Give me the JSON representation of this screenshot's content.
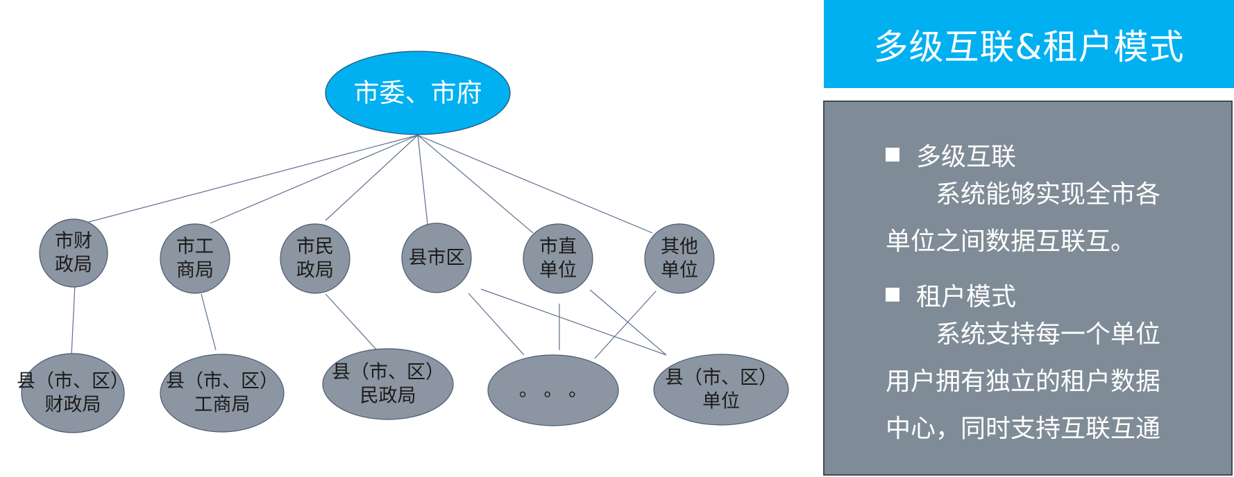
{
  "diagram": {
    "root": {
      "label": "市委、市府",
      "color": "#00b0f0"
    },
    "node_color": "#8c96a2",
    "level2": [
      {
        "lines": [
          "市财",
          "政局"
        ]
      },
      {
        "lines": [
          "市工",
          "商局"
        ]
      },
      {
        "lines": [
          "市民",
          "政局"
        ]
      },
      {
        "lines": [
          "县市区"
        ]
      },
      {
        "lines": [
          "市直",
          "单位"
        ]
      },
      {
        "lines": [
          "其他",
          "单位"
        ]
      }
    ],
    "level3": [
      {
        "lines": [
          "县（市、区）",
          "财政局"
        ]
      },
      {
        "lines": [
          "县（市、区）",
          "工商局"
        ]
      },
      {
        "lines": [
          "县（市、区）",
          "民政局"
        ]
      },
      {
        "lines": [
          "。 。 。"
        ]
      },
      {
        "lines": [
          "县（市、区）",
          "单位"
        ]
      }
    ]
  },
  "panel": {
    "title": "多级互联&租户模式",
    "sections": [
      {
        "heading": "多级互联",
        "body": "系统能够实现全市各单位之间数据互联互。"
      },
      {
        "heading": "租户模式",
        "body": "系统支持每一个单位用户拥有独立的租户数据中心，同时支持互联互通"
      }
    ]
  }
}
